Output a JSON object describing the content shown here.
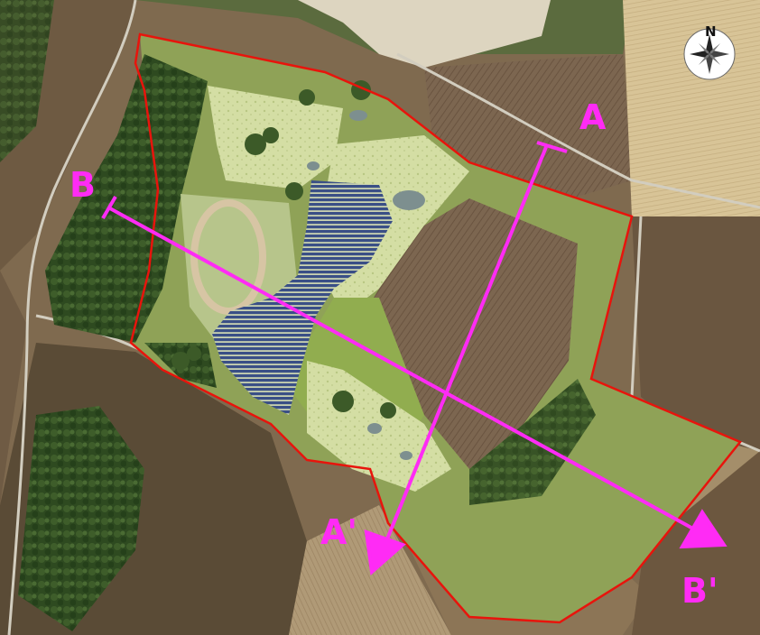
{
  "map": {
    "colors": {
      "section_line": "#ff2bf5",
      "site_boundary": "#e8140c",
      "field_brown": "#7a6248",
      "field_light": "#cdb88d",
      "field_dark": "#5e4a36",
      "grass": "#8fa257",
      "forest": "#2f4a1f",
      "solar": "#3a4f86",
      "meadow": "#d5dfa6",
      "pond": "#7d8f8f",
      "quarry": "#ddd5c0"
    },
    "icons": [
      "compass-rose-icon",
      "arrow-head-icon"
    ],
    "compass": {
      "north_label": "N"
    },
    "sections": [
      {
        "start_label": "A",
        "end_label": "A'"
      },
      {
        "start_label": "B",
        "end_label": "B'"
      }
    ]
  }
}
